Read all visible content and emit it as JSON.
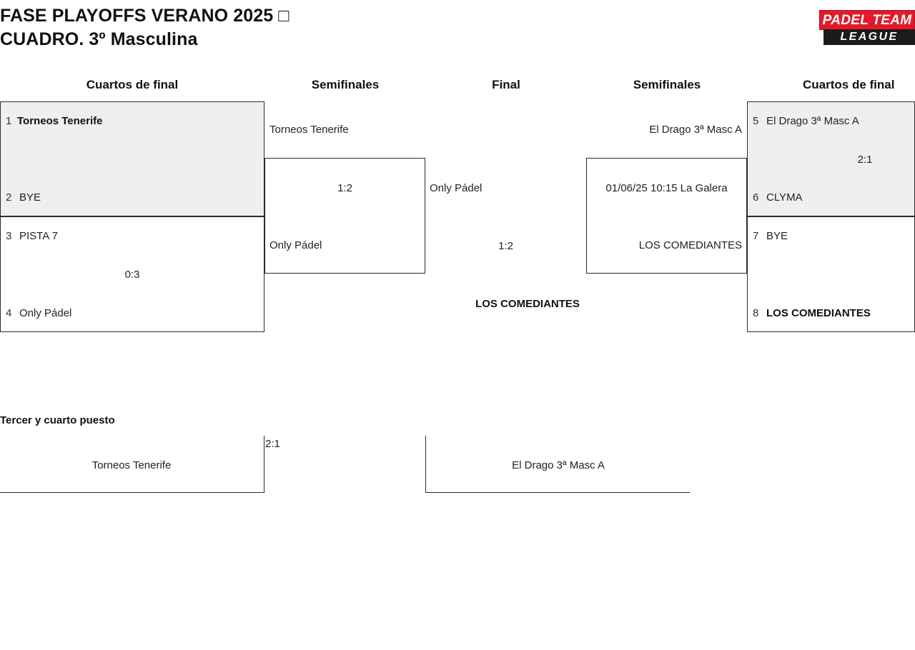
{
  "header": {
    "title_line1": "FASE PLAYOFFS VERANO 2025 □",
    "title_line2": "CUADRO. 3º Masculina",
    "logo_top": "PADEL TEAM",
    "logo_bottom": "LEAGUE"
  },
  "colors": {
    "accent_red": "#e3192a",
    "logo_black": "#1b1b1b",
    "box_fill": "#efefef",
    "border": "#2b2b2b"
  },
  "rounds": {
    "left_quarters": "Cuartos de final",
    "left_semis": "Semifinales",
    "final": "Final",
    "right_semis": "Semifinales",
    "right_quarters": "Cuartos de final"
  },
  "bracket": {
    "left_quarterfinals": [
      {
        "seed_top": "1",
        "team_top": "Torneos Tenerife",
        "seed_bottom": "2",
        "team_bottom": "BYE",
        "score": "",
        "highlight": true,
        "winner": "top"
      },
      {
        "seed_top": "3",
        "team_top": "PISTA 7",
        "seed_bottom": "4",
        "team_bottom": "Only Pádel",
        "score": "0:3",
        "highlight": false,
        "winner": "bottom"
      }
    ],
    "left_semifinal": {
      "team_top": "Torneos Tenerife",
      "team_bottom": "Only Pádel",
      "score": "1:2",
      "winner": "bottom"
    },
    "final": {
      "team_top": "Only Pádel",
      "team_bottom": "LOS COMEDIANTES",
      "score": "1:2",
      "winner": "bottom"
    },
    "right_semifinal": {
      "team_top": "El Drago 3ª Masc A",
      "team_bottom": "LOS COMEDIANTES",
      "score": "01/06/25 10:15 La Galera",
      "winner": "bottom"
    },
    "right_quarterfinals": [
      {
        "seed_top": "5",
        "team_top": "El Drago 3ª Masc A",
        "seed_bottom": "6",
        "team_bottom": "CLYMA",
        "score": "2:1",
        "highlight": true,
        "winner": "top"
      },
      {
        "seed_top": "7",
        "team_top": "BYE",
        "seed_bottom": "8",
        "team_bottom": "LOS COMEDIANTES",
        "score": "",
        "highlight": false,
        "winner": "bottom"
      }
    ]
  },
  "third_place": {
    "title": "Tercer y cuarto puesto",
    "team_left": "Torneos Tenerife",
    "score": "2:1",
    "team_right": "El Drago 3ª Masc A"
  }
}
